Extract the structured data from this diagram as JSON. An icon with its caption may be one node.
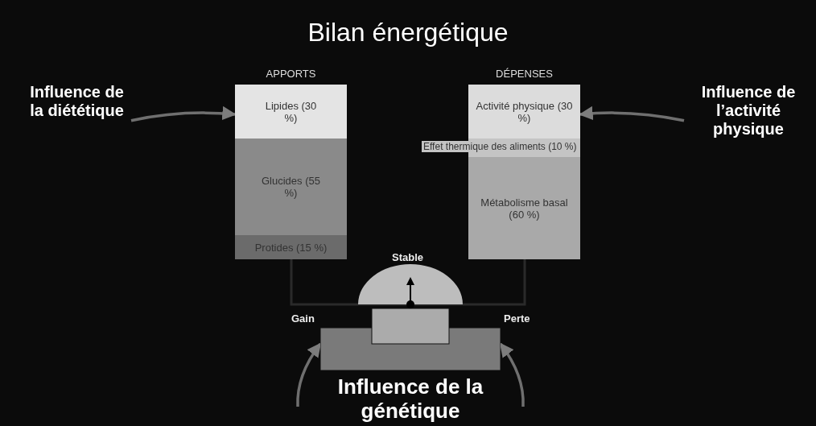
{
  "diagram": {
    "title": "Bilan énergétique",
    "nodes": [
      {
        "text": [
          "APPORTS"
        ]
      },
      {
        "text": [
          "Lipides (30 %)"
        ],
        "in": 0
      },
      {
        "text": [
          "Glucides (55 %)"
        ],
        "in": 0
      },
      {
        "text": [
          "Protides (15 %)"
        ],
        "in": 0
      },
      {
        "text": [
          "DÉPENSES"
        ]
      },
      {
        "text": [
          "Activité physique (30 %)"
        ],
        "in": 4
      },
      {
        "text": [
          "Effet thermique des aliments (10 %)"
        ],
        "in": 4
      },
      {
        "text": [
          "Métabolisme basal (60 %)"
        ],
        "in": 4
      },
      {
        "text": [
          "Influence de la diététique"
        ]
      },
      {
        "text": [
          "Influence de l’activité physique"
        ]
      },
      {
        "text": [
          "Influence de la génétique"
        ]
      },
      {
        "text": [],
        "shape": "picture",
        "beside": [
          "Stable",
          "Gain",
          "Perte"
        ]
      }
    ],
    "edges": [
      {
        "from": 8,
        "to": 0,
        "arrow": "to"
      },
      {
        "from": 9,
        "to": 4,
        "arrow": "to"
      },
      {
        "from": null,
        "to": 11,
        "arrow": "to"
      },
      {
        "from": null,
        "to": 11,
        "arrow": "to"
      }
    ]
  }
}
